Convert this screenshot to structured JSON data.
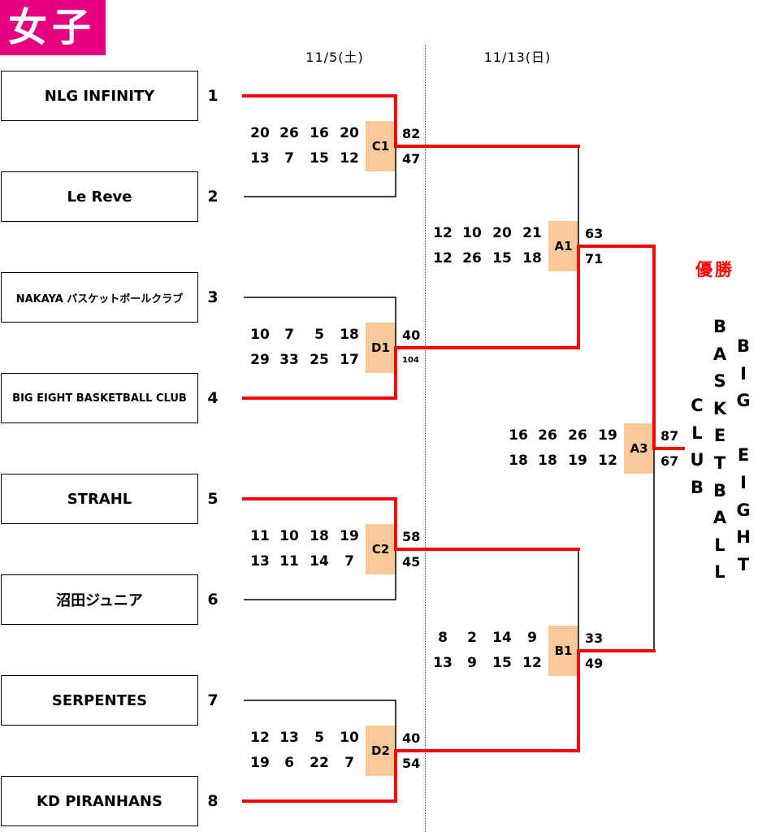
{
  "header": {
    "title": "女子"
  },
  "schedule": {
    "round1_date": "11/5(土)",
    "round2_date": "11/13(日)"
  },
  "teams": [
    {
      "seed": "1",
      "name": "NLG INFINITY"
    },
    {
      "seed": "2",
      "name": "Le Reve"
    },
    {
      "seed": "3",
      "name": "NAKAYA バスケットボールクラブ"
    },
    {
      "seed": "4",
      "name": "BIG EIGHT BASKETBALL CLUB"
    },
    {
      "seed": "5",
      "name": "STRAHL"
    },
    {
      "seed": "6",
      "name": "沼田ジュニア"
    },
    {
      "seed": "7",
      "name": "SERPENTES"
    },
    {
      "seed": "8",
      "name": "KD PIRANHANS"
    }
  ],
  "matches": [
    {
      "label": "C1",
      "score_top": 82,
      "score_bottom": 47,
      "quarters_top": [
        20,
        26,
        16,
        20
      ],
      "quarters_bottom": [
        13,
        7,
        15,
        12
      ]
    },
    {
      "label": "D1",
      "score_top": 40,
      "score_bottom": 104,
      "quarters_top": [
        10,
        7,
        5,
        18
      ],
      "quarters_bottom": [
        29,
        33,
        25,
        17
      ]
    },
    {
      "label": "C2",
      "score_top": 58,
      "score_bottom": 45,
      "quarters_top": [
        11,
        10,
        18,
        19
      ],
      "quarters_bottom": [
        13,
        11,
        14,
        7
      ]
    },
    {
      "label": "D2",
      "score_top": 40,
      "score_bottom": 54,
      "quarters_top": [
        12,
        13,
        5,
        10
      ],
      "quarters_bottom": [
        19,
        6,
        22,
        7
      ]
    },
    {
      "label": "A1",
      "score_top": 63,
      "score_bottom": 71,
      "quarters_top": [
        12,
        10,
        20,
        21
      ],
      "quarters_bottom": [
        12,
        26,
        15,
        18
      ]
    },
    {
      "label": "B1",
      "score_top": 33,
      "score_bottom": 49,
      "quarters_top": [
        8,
        2,
        14,
        9
      ],
      "quarters_bottom": [
        13,
        9,
        15,
        12
      ]
    },
    {
      "label": "A3",
      "score_top": 87,
      "score_bottom": 67,
      "quarters_top": [
        16,
        26,
        26,
        19
      ],
      "quarters_bottom": [
        18,
        18,
        19,
        12
      ]
    }
  ],
  "winner": {
    "label": "優勝",
    "name_columns": [
      "BIG EIGHT",
      "BASKETBALL",
      "CLUB"
    ]
  },
  "colors": {
    "header_bg": "#e4007f",
    "header_text": "#ffffff",
    "win_line": "#ff0000",
    "line": "#000000",
    "match_box": "#fac99a",
    "winner_label": "#ff0000"
  }
}
